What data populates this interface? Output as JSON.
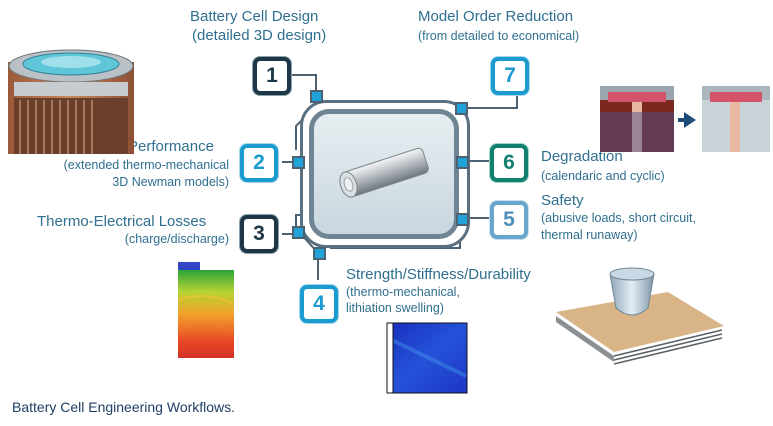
{
  "workflows": [
    {
      "number": "1",
      "title": "Battery Cell Design",
      "subtitle": "(detailed 3D design)"
    },
    {
      "number": "2",
      "title": "Electrochemical Performance",
      "subtitle_line1": "(extended  thermo-mechanical",
      "subtitle_line2": "3D Newman models)"
    },
    {
      "number": "3",
      "title": "Thermo-Electrical Losses",
      "subtitle": "(charge/discharge)"
    },
    {
      "number": "4",
      "title": "Strength/Stiffness/Durability",
      "subtitle_line1": "(thermo-mechanical,",
      "subtitle_line2": "lithiation  swelling)"
    },
    {
      "number": "5",
      "title": "Safety",
      "subtitle_line1": "(abusive loads, short circuit,",
      "subtitle_line2": "thermal runaway)"
    },
    {
      "number": "6",
      "title": "Degradation",
      "subtitle": "(calendaric and cyclic)"
    },
    {
      "number": "7",
      "title": "Model Order Reduction",
      "subtitle": "(from detailed to economical)"
    }
  ],
  "caption": "Battery Cell Engineering Workflows.",
  "colors": {
    "text_teal_blue": "#2f6f8f",
    "dark_navy": "#1e3645",
    "bright_blue": "#1c9bd0",
    "teal": "#13806f",
    "caption_navy": "#1e3f66"
  }
}
